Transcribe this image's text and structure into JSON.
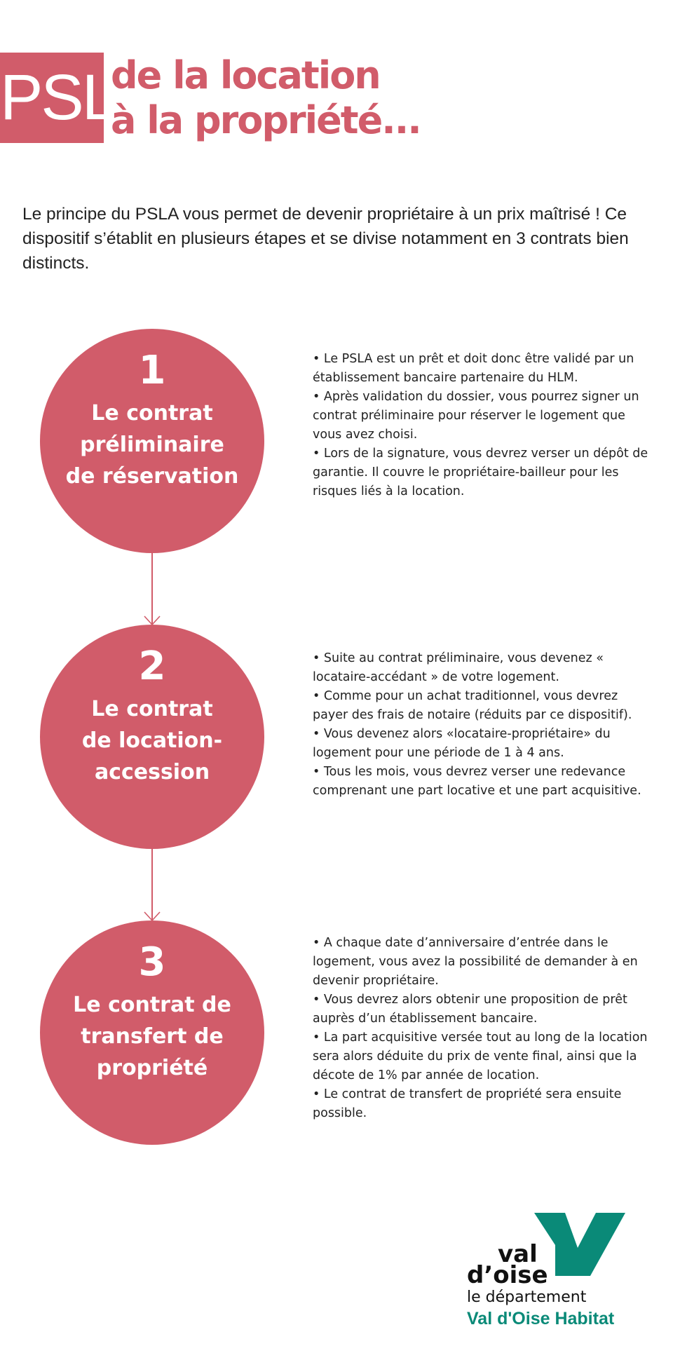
{
  "header": {
    "badge": "PSLA",
    "title_lines": [
      "de la location",
      "à la propriété..."
    ]
  },
  "intro": "Le principe du PSLA vous permet de devenir propriétaire à un prix maîtrisé ! Ce dispositif s’établit en plusieurs étapes et se divise notamment en 3 contrats bien distincts.",
  "colors": {
    "accent": "#d15c6a",
    "brand_green": "#0a8a78"
  },
  "steps": [
    {
      "number": "1",
      "title_lines": [
        "Le contrat",
        "préliminaire",
        "de réservation"
      ],
      "bullets": [
        "• Le PSLA est un prêt et doit donc être validé par un établissement bancaire partenaire du HLM.",
        "• Après validation du dossier, vous pourrez signer un contrat préliminaire pour réserver le logement que vous avez choisi.",
        "• Lors de la signature, vous devrez verser un dépôt de garantie. Il couvre le propriétaire-bailleur pour les risques liés à la location."
      ]
    },
    {
      "number": "2",
      "title_lines": [
        "Le contrat",
        "de location-",
        "accession"
      ],
      "bullets": [
        "• Suite au contrat préliminaire, vous devenez « locataire-accédant » de votre logement.",
        "• Comme pour un achat traditionnel, vous devrez payer des frais de notaire (réduits par ce dispositif).",
        "• Vous devenez alors «locataire-propriétaire» du logement pour une période de 1 à 4 ans.",
        "• Tous les mois, vous devrez verser une redevance comprenant une part locative et une part acquisitive."
      ]
    },
    {
      "number": "3",
      "title_lines": [
        "Le contrat de",
        "transfert de",
        "propriété"
      ],
      "bullets": [
        "• A chaque date d’anniversaire d’entrée dans le logement, vous avez la possibilité de demander à en devenir propriétaire.",
        "• Vous devrez alors obtenir une proposition de prêt auprès d’un établissement bancaire.",
        "• La part acquisitive versée tout au long de la location sera alors déduite du prix de vente final, ainsi que la décote de 1% par année de location.",
        "• Le contrat de transfert de propriété sera ensuite possible."
      ]
    }
  ],
  "logo": {
    "line1": "val",
    "line2": "d’oise",
    "line3": "le département",
    "line4": "Val d'Oise Habitat"
  }
}
